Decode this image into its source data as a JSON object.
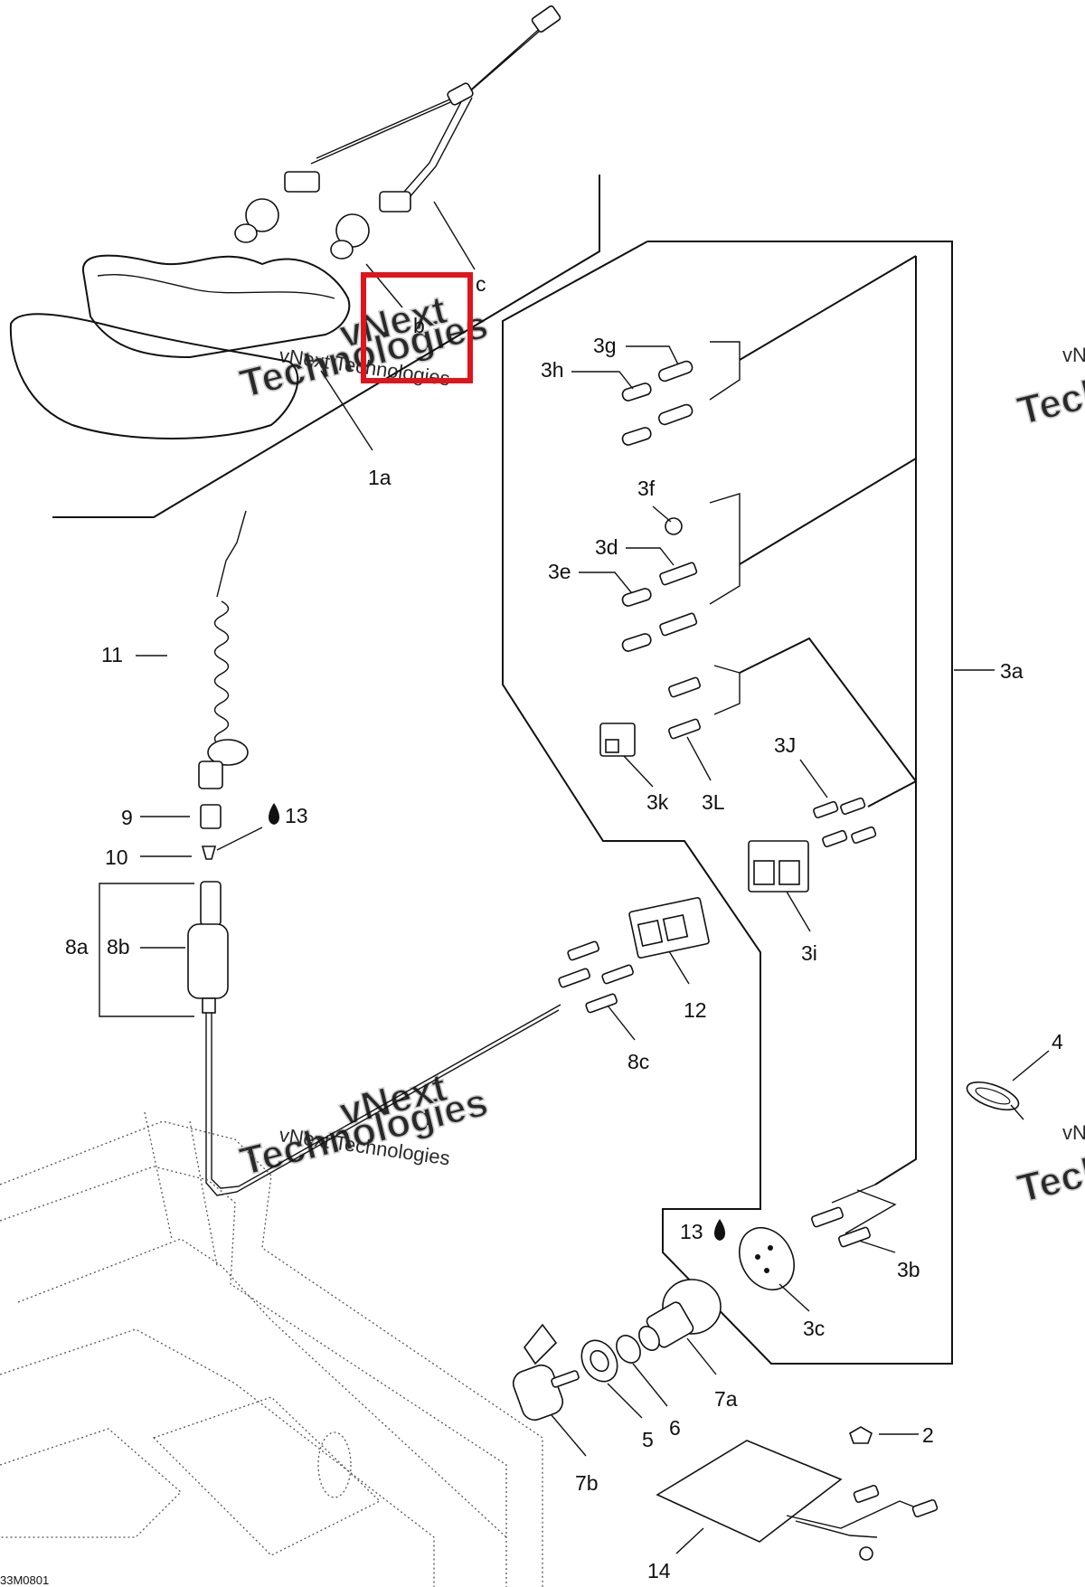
{
  "diagram": {
    "code": "33M0801",
    "watermark": {
      "line1": "vNext",
      "line2": "Technologies",
      "text_serif": "vNext Technologies"
    },
    "highlight_color": "#e0151b",
    "labels": {
      "c": "c",
      "b": "b",
      "1a": "1a",
      "11": "11",
      "9": "9",
      "10": "10",
      "13a": "13",
      "13b": "13",
      "8a": "8a",
      "8b": "8b",
      "8c": "8c",
      "12": "12",
      "3a": "3a",
      "3b": "3b",
      "3c": "3c",
      "3d": "3d",
      "3e": "3e",
      "3f": "3f",
      "3g": "3g",
      "3h": "3h",
      "3i": "3i",
      "3J": "3J",
      "3k": "3k",
      "3L": "3L",
      "4": "4",
      "2": "2",
      "5": "5",
      "6": "6",
      "7a": "7a",
      "7b": "7b",
      "14": "14"
    }
  }
}
